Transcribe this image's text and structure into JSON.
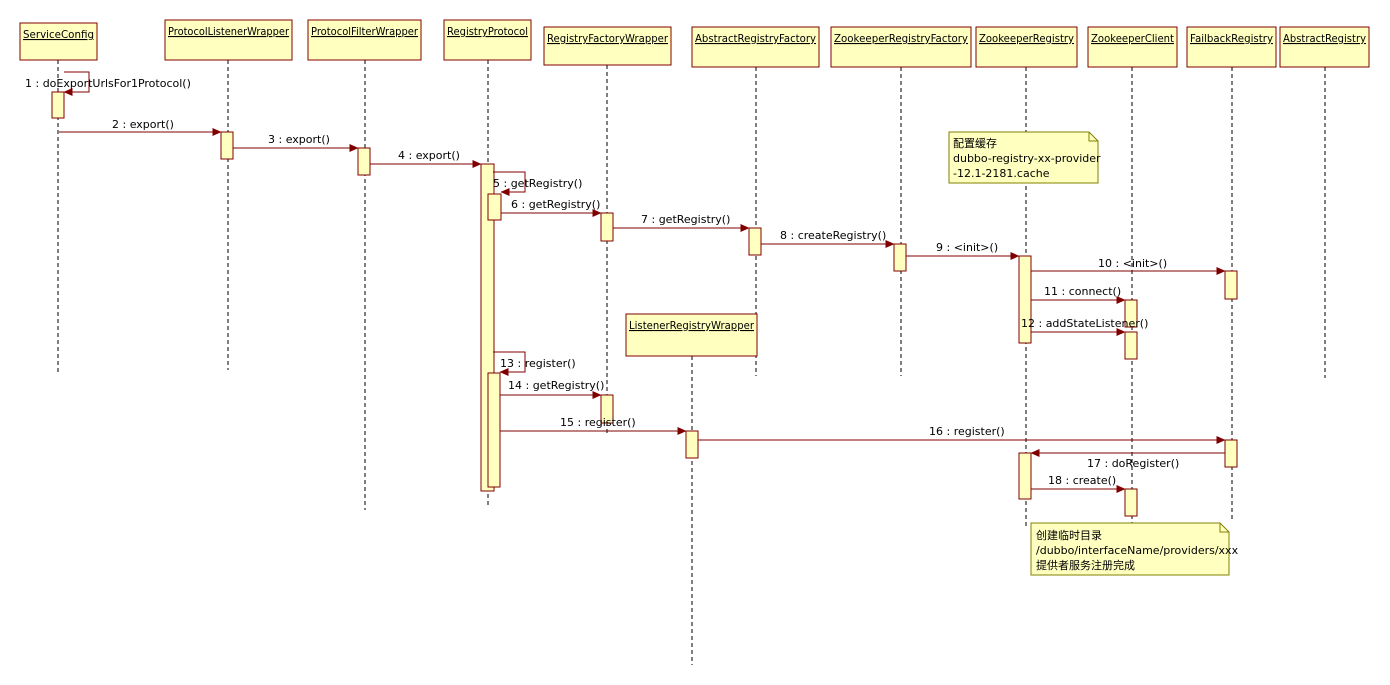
{
  "diagram": {
    "participants": [
      {
        "id": "sc",
        "label": "ServiceConfig"
      },
      {
        "id": "plw",
        "label": "ProtocolListenerWrapper"
      },
      {
        "id": "pfw",
        "label": "ProtocolFilterWrapper"
      },
      {
        "id": "rp",
        "label": "RegistryProtocol"
      },
      {
        "id": "rfw",
        "label": "RegistryFactoryWrapper"
      },
      {
        "id": "arf",
        "label": "AbstractRegistryFactory"
      },
      {
        "id": "zrf",
        "label": "ZookeeperRegistryFactory"
      },
      {
        "id": "zr",
        "label": "ZookeeperRegistry"
      },
      {
        "id": "zc",
        "label": "ZookeeperClient"
      },
      {
        "id": "fr",
        "label": "FailbackRegistry"
      },
      {
        "id": "ar",
        "label": "AbstractRegistry"
      },
      {
        "id": "lrw",
        "label": "ListenerRegistryWrapper"
      }
    ],
    "messages": [
      {
        "id": "m1",
        "label": "1 : doExportUrlsFor1Protocol()"
      },
      {
        "id": "m2",
        "label": "2 : export()"
      },
      {
        "id": "m3",
        "label": "3 : export()"
      },
      {
        "id": "m4",
        "label": "4 : export()"
      },
      {
        "id": "m5",
        "label": "5 : getRegistry()"
      },
      {
        "id": "m6",
        "label": "6 : getRegistry()"
      },
      {
        "id": "m7",
        "label": "7 : getRegistry()"
      },
      {
        "id": "m8",
        "label": "8 : createRegistry()"
      },
      {
        "id": "m9",
        "label": "9 : <init>()"
      },
      {
        "id": "m10",
        "label": "10 : <init>()"
      },
      {
        "id": "m11",
        "label": "11 : connect()"
      },
      {
        "id": "m12",
        "label": "12 : addStateListener()"
      },
      {
        "id": "m13",
        "label": "13 : register()"
      },
      {
        "id": "m14",
        "label": "14 : getRegistry()"
      },
      {
        "id": "m15",
        "label": "15 : register()"
      },
      {
        "id": "m16",
        "label": "16 : register()"
      },
      {
        "id": "m17",
        "label": "17 : doRegister()"
      },
      {
        "id": "m18",
        "label": "18 : create()"
      }
    ],
    "notes": [
      {
        "id": "n1",
        "lines": [
          "配置缓存",
          "dubbo-registry-xx-provider",
          "-12.1-2181.cache"
        ]
      },
      {
        "id": "n2",
        "lines": [
          "创建临时目录",
          "/dubbo/interfaceName/providers/xxx",
          "提供者服务注册完成"
        ]
      }
    ]
  }
}
